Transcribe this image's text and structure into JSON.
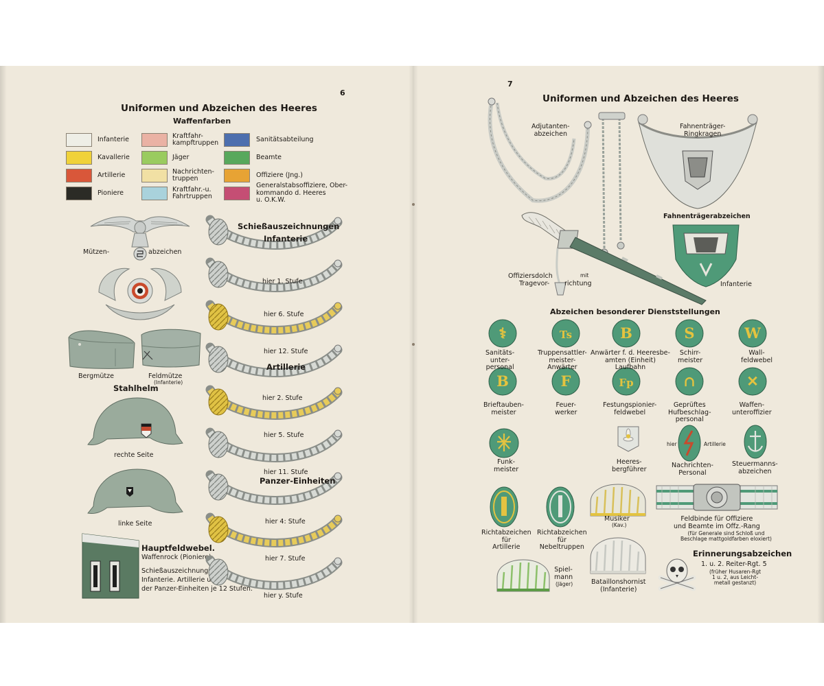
{
  "left_page": {
    "page_number": "6",
    "title": "Uniformen und Abzeichen des Heeres",
    "waffenfarben": {
      "heading": "Waffenfarben",
      "swatches": [
        {
          "label": "Infanterie",
          "color": "#eeeee6"
        },
        {
          "label": "Kavallerie",
          "color": "#f0d23a"
        },
        {
          "label": "Artillerie",
          "color": "#d9573a"
        },
        {
          "label": "Pioniere",
          "color": "#2b2b26"
        },
        {
          "label": "Kraftfahr-\nkampftruppen",
          "color": "#eab2a4"
        },
        {
          "label": "Jäger",
          "color": "#9acb5f"
        },
        {
          "label": "Nachrichten-\ntruppen",
          "color": "#f1e0a4"
        },
        {
          "label": "Kraftfahr.-u.\nFahrtruppen",
          "color": "#a9d2dc"
        },
        {
          "label": "Sanitätsabteilung",
          "color": "#4d6fae"
        },
        {
          "label": "Beamte",
          "color": "#58a85c"
        },
        {
          "label": "Offiziere (Jng.)",
          "color": "#e7a334"
        },
        {
          "label": "Generalstabsoffiziere, Ober-\nkommando d. Heeres\nu. O.K.W.",
          "color": "#c54e74"
        }
      ]
    },
    "muetzen_left": "Mützen-",
    "muetzen_right": "abzeichen",
    "bergmuetze": "Bergmütze",
    "feldmuetze": "Feldmütze",
    "feldmuetze_sub": "(Infanterie)",
    "stahlhelm": "Stahlhelm",
    "rechte_seite": "rechte Seite",
    "linke_seite": "linke Seite",
    "hauptfeldwebel": "Hauptfeldwebel.",
    "waffenrock": "Waffenrock (Pioniere)",
    "schiess_text": "Schießauszeichnungen d.\nInfanterie. Artillerie und\nder Panzer-Einheiten je 12 Stufen.",
    "schiess_heading_1": "Schießauszeichnungen",
    "schiess_heading_2": "Infanterie",
    "artillerie_heading": "Artillerie",
    "panzer_heading": "Panzer-Einheiten",
    "stufen": [
      "hier 1. Stufe",
      "hier 6. Stufe",
      "hier 12. Stufe",
      "hier 2. Stufe",
      "hier 5. Stufe",
      "hier 11. Stufe",
      "hier 4: Stufe",
      "hier 7. Stufe",
      "hier y. Stufe"
    ]
  },
  "right_page": {
    "page_number": "7",
    "title": "Uniformen und Abzeichen des Heeres",
    "adjutanten": "Adjutanten-\nabzeichen",
    "fahnentraeger_ringkragen": "Fahnenträger-\nRingkragen",
    "fahnentraegerabzeichen": "Fahnenträgerabzeichen",
    "offiziersdolch": "Offiziersdolch",
    "tragevor": "Tragevor-",
    "mit": "mit",
    "richtung": "richtung",
    "infanterie": "Infanterie",
    "abzeichen_heading": "Abzeichen besonderer Dienststellungen",
    "badges_row1": [
      {
        "symbol": "⚕",
        "label": "Sanitäts-\nunter-\npersonal"
      },
      {
        "symbol": "Ts",
        "label": "Truppensattler-\nmeister-\nAnwärter"
      },
      {
        "symbol": "B",
        "label": "Anwärter f. d. Heeresbe-\namten (Einheit)\nLaufbahn"
      },
      {
        "symbol": "S",
        "label": "Schirr-\nmeister"
      },
      {
        "symbol": "W",
        "label": "Wall-\nfeldwebel"
      }
    ],
    "badges_row2": [
      {
        "symbol": "B",
        "label": "Brieftauben-\nmeister"
      },
      {
        "symbol": "F",
        "label": "Feuer-\nwerker"
      },
      {
        "symbol": "Fp",
        "label": "Festungspionier-\nfeldwebel"
      },
      {
        "symbol": "∩",
        "label": "Geprüftes\nHufbeschlag-\npersonal"
      },
      {
        "symbol": "✕",
        "label": "Waffen-\nunteroffizier"
      }
    ],
    "funk": "Funk-\nmeister",
    "bergfuehrer": "Heeres-\nbergführer",
    "hier": "hier",
    "artillerie_small": "Artillerie",
    "nachrichten": "Nachrichten-\nPersonal",
    "steuermanns": "Steuermanns-\nabzeichen",
    "richt_art": "Richtabzeichen\nfür\nArtillerie",
    "richt_nebel": "Richtabzeichen\nfür\nNebeltruppen",
    "musiker": "Musiker",
    "musiker_sub": "(Kav.)",
    "feldbinde": "Feldbinde für Offiziere\nund Beamte im Offz.-Rang",
    "feldbinde_sub": "(für Generale sind Schloß und\nBeschlage mattgoldfarben eloxiert)",
    "erinnerung": "Erinnerungsabzeichen",
    "reiter": "1. u. 2. Reiter-Rgt. 5",
    "reiter_sub": "(früher Husaren-Rgt\n1 u. 2, aus Leicht-\nmetall gestanzt)",
    "spielmann": "Spiel-\nmann",
    "spielmann_sub": "(Jäger)",
    "bataillon": "Bataillonshornist\n(Infanterie)"
  }
}
